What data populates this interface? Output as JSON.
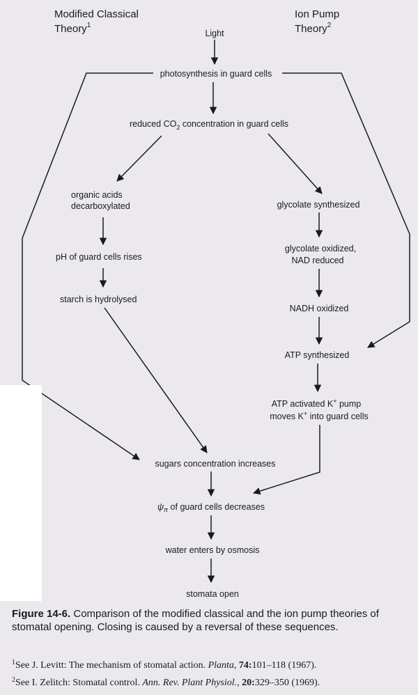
{
  "header": {
    "left_title": "Modified Classical",
    "left_title_2": "Theory",
    "left_sup": "1",
    "right_title": "Ion Pump",
    "right_title_2": "Theory",
    "right_sup": "2"
  },
  "nodes": {
    "light": "Light",
    "photosynthesis": "photosynthesis in guard cells",
    "reduced_co2_pre": "reduced CO",
    "reduced_co2_sub": "2",
    "reduced_co2_post": " concentration in guard cells",
    "organic_acids_1": "organic acids",
    "organic_acids_2": "decarboxylated",
    "ph_rises": "pH of guard cells rises",
    "starch": "starch is hydrolysed",
    "glycolate_synth": "glycolate synthesized",
    "glycolate_ox_1": "glycolate oxidized,",
    "glycolate_ox_2": "NAD reduced",
    "nadh": "NADH oxidized",
    "atp": "ATP synthesized",
    "pump_1_pre": "ATP activated K",
    "pump_1_sup": "+",
    "pump_1_post": " pump",
    "pump_2_pre": "moves K",
    "pump_2_sup": "+",
    "pump_2_post": " into guard cells",
    "sugars": "sugars concentration increases",
    "psi_symbol": "ψ",
    "psi_sub": "π",
    "psi_rest": " of guard cells decreases",
    "water": "water enters by osmosis",
    "stomata": "stomata open"
  },
  "caption": {
    "label": "Figure 14-6.",
    "text": " Comparison of the modified classical and the ion pump theories of stomatal opening. Closing is caused by a reversal of these sequences."
  },
  "references": [
    {
      "num": "1",
      "prefix": "See J. Levitt: The mechanism of stomatal action. ",
      "journal": "Planta,",
      "volume": " 74:",
      "pages": "101–118 (1967)."
    },
    {
      "num": "2",
      "prefix": "See I. Zelitch: Stomatal control. ",
      "journal": "Ann. Rev. Plant Physiol.,",
      "volume": " 20:",
      "pages": "329–350 (1969)."
    }
  ]
}
